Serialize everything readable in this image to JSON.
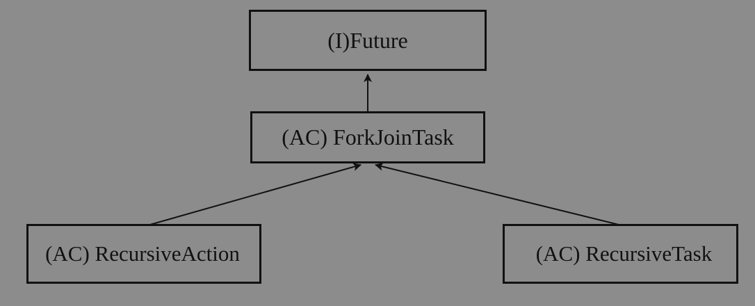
{
  "diagram": {
    "background_color": "#8c8c8c",
    "line_color": "#111111",
    "nodes": {
      "future": {
        "label": "(I)Future"
      },
      "forkjoin": {
        "label": "(AC) ForkJoinTask"
      },
      "recursive_action": {
        "label": "(AC) RecursiveAction"
      },
      "recursive_task": {
        "label": "(AC) RecursiveTask"
      }
    },
    "edges": [
      {
        "from": "forkjoin",
        "to": "future"
      },
      {
        "from": "recursive_action",
        "to": "forkjoin"
      },
      {
        "from": "recursive_task",
        "to": "forkjoin"
      }
    ]
  }
}
